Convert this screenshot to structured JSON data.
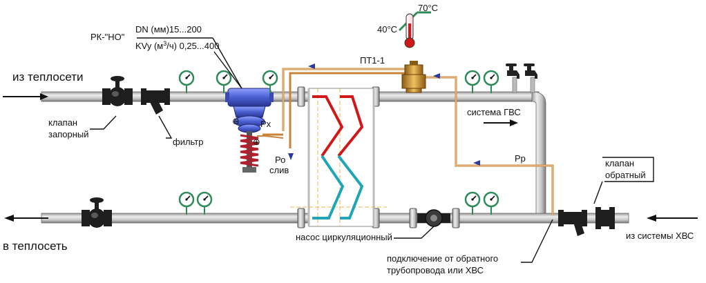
{
  "labels": {
    "from_network": "из теплосети",
    "to_network": "в теплосеть",
    "shutoff_valve_line1": "клапан",
    "shutoff_valve_line2": "запорный",
    "filter": "фильтр",
    "regulator_name": "РК-\"НО\"",
    "dn_spec": "DN (мм)15...200",
    "kvy_spec_prefix": "KVy (м",
    "kvy_spec_sup": "3",
    "kvy_spec_suffix": "/ч) 0,25...400",
    "px": "Рх",
    "po": "Ро",
    "drain": "слив",
    "pt": "ПТ1-1",
    "temp_high": "70°C",
    "temp_low": "40°C",
    "hot_water_system": "система ГВС",
    "pp": "Рр",
    "check_valve_line1": "клапан",
    "check_valve_line2": "обратный",
    "from_cold_water": "из системы ХВС",
    "circ_pump": "насос циркуляционный",
    "connection_line1": "подключение от обратного",
    "connection_line2": "трубопровода или ХВС",
    "minus": "⊖",
    "plus": "⊕"
  },
  "colors": {
    "pipe": "#c8c8c8",
    "pipe_dark": "#6e6e6e",
    "valve_black": "#1e1e1e",
    "gauge_green": "#2e8b57",
    "regulator_blue": "#4a5fd0",
    "spring_red": "#b0202a",
    "hot_red": "#d01818",
    "cold_cyan": "#1fa5b5",
    "impulse_orange": "#c8843a",
    "arrow_blue": "#2a3aa0",
    "center_orange": "#f0a020"
  },
  "icons": [
    "pressure-gauge-icon",
    "thermometer-icon",
    "tap-icon",
    "flow-arrow-icon"
  ]
}
